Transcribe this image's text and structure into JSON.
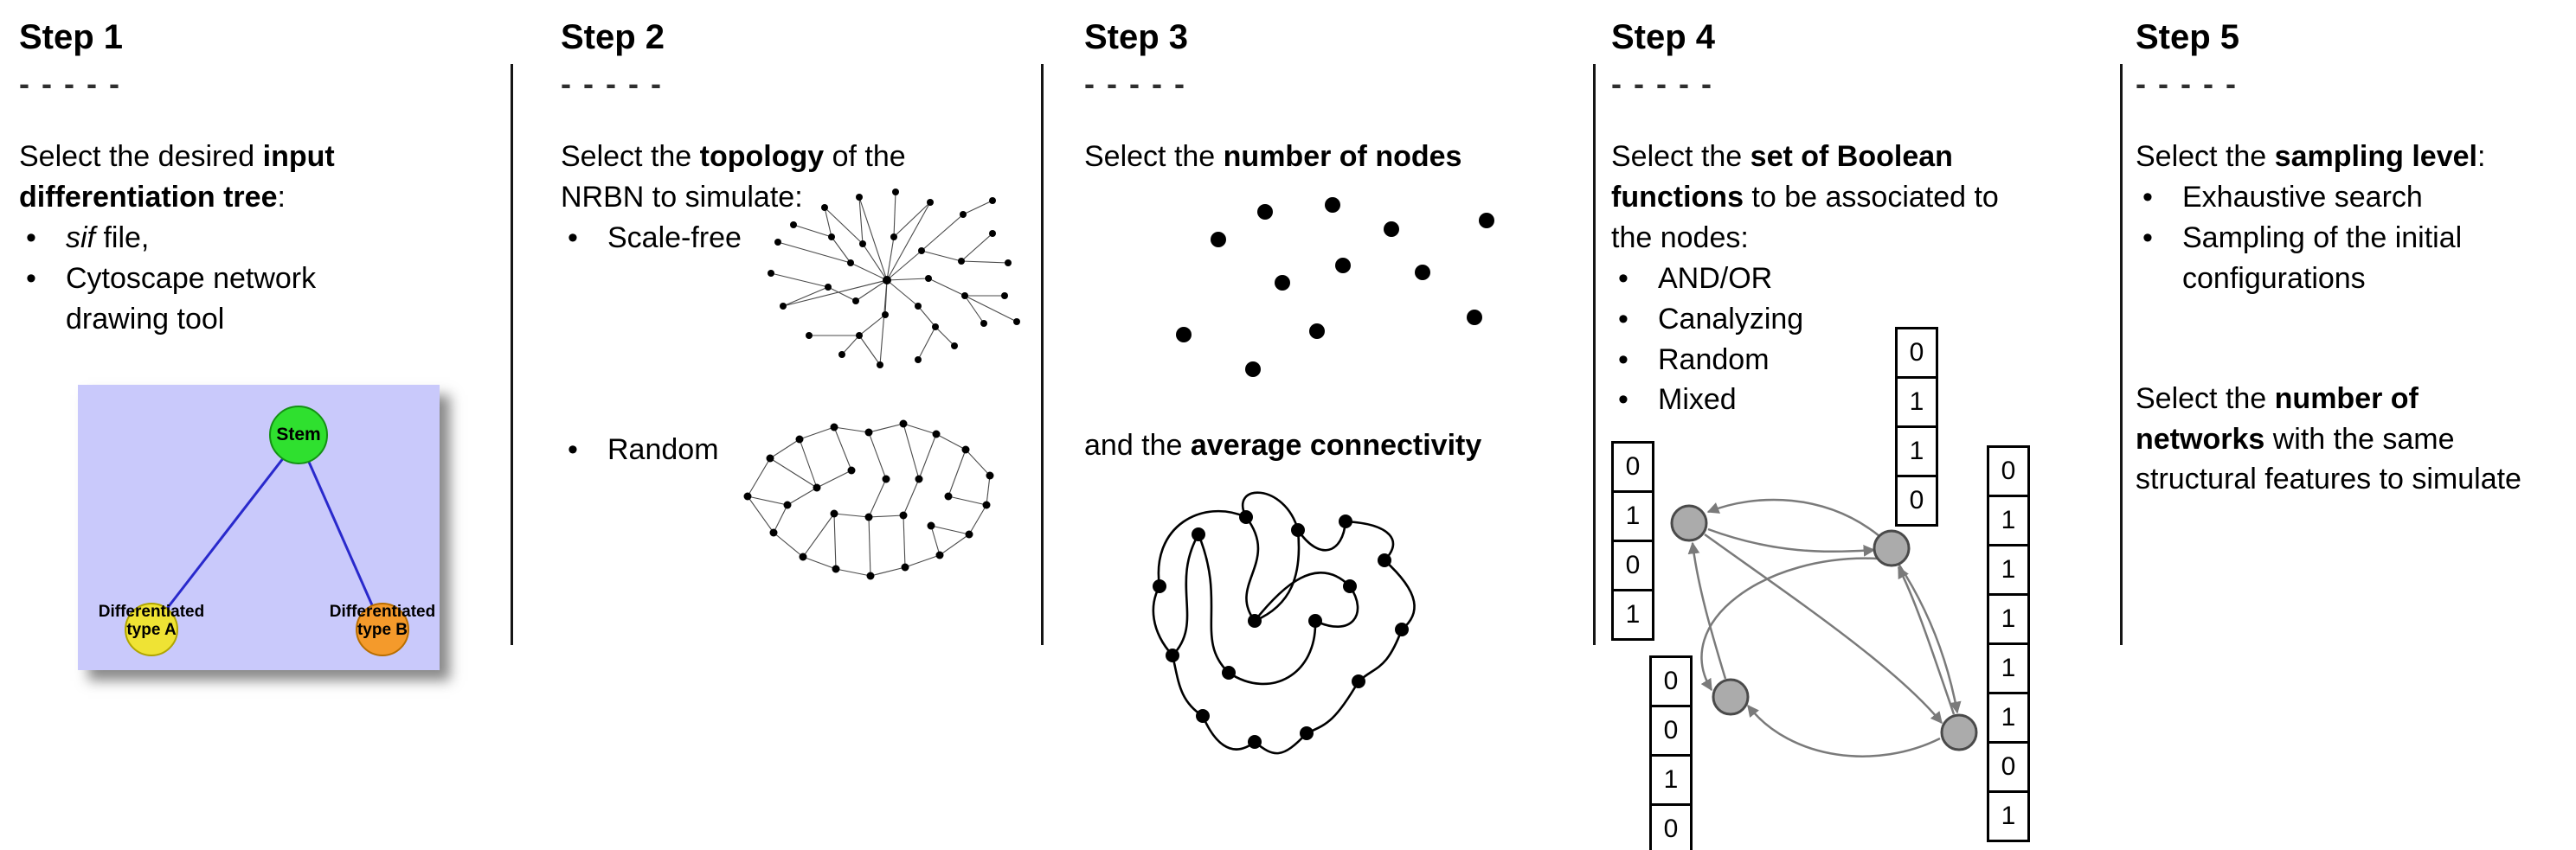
{
  "bullet_char": "•",
  "steps": [
    {
      "title": "Step 1",
      "dashes": "- - - - -",
      "text": {
        "pre": "Select the desired ",
        "bold": "input differentiation tree",
        "post": ":"
      },
      "bullets": [
        {
          "italic": "sif",
          "text": " file,"
        },
        {
          "text": "Cytoscape network drawing tool"
        }
      ],
      "tree": {
        "root_label": "Stem",
        "left_label": "Differentiated type A",
        "right_label": "Differentiated type B",
        "colors": {
          "background": "#c9c9fb",
          "root": "#2fe02f",
          "left": "#efe334",
          "right": "#f49a2b",
          "edge": "#2929cc"
        }
      }
    },
    {
      "title": "Step 2",
      "dashes": "- - - - -",
      "text": {
        "pre": "Select the ",
        "bold": "topology",
        "post": " of the NRBN to simulate:"
      },
      "bullets": [
        {
          "text": "Scale-free"
        },
        {
          "text": "Random"
        }
      ]
    },
    {
      "title": "Step 3",
      "dashes": "- - - - -",
      "text": {
        "pre": "Select the ",
        "bold": "number of nodes",
        "post": ""
      },
      "text2": {
        "pre": "and the ",
        "bold": "average connectivity",
        "post": ""
      }
    },
    {
      "title": "Step 4",
      "dashes": "- - - - -",
      "text": {
        "pre": "Select the ",
        "bold": "set of Boolean functions",
        "post": " to be associated to the nodes:"
      },
      "bullets": [
        {
          "text": "AND/OR"
        },
        {
          "text": "Canalyzing"
        },
        {
          "text": "Random"
        },
        {
          "text": "Mixed"
        }
      ],
      "node_color": "#ababab",
      "tables": {
        "left": [
          "0",
          "1",
          "0",
          "1"
        ],
        "top": [
          "0",
          "1",
          "1",
          "0"
        ],
        "bottom_left": [
          "0",
          "0",
          "1",
          "0"
        ],
        "right": [
          "0",
          "1",
          "1",
          "1",
          "1",
          "1",
          "0",
          "1"
        ]
      }
    },
    {
      "title": "Step 5",
      "dashes": "- - - - -",
      "text": {
        "pre": "Select the ",
        "bold": "sampling level",
        "post": ":"
      },
      "bullets": [
        {
          "text": "Exhaustive search"
        },
        {
          "text": "Sampling of the initial configurations"
        }
      ],
      "text2": {
        "pre": "Select the ",
        "bold": "number of networks",
        "post": " with the same structural features to simulate"
      }
    }
  ]
}
